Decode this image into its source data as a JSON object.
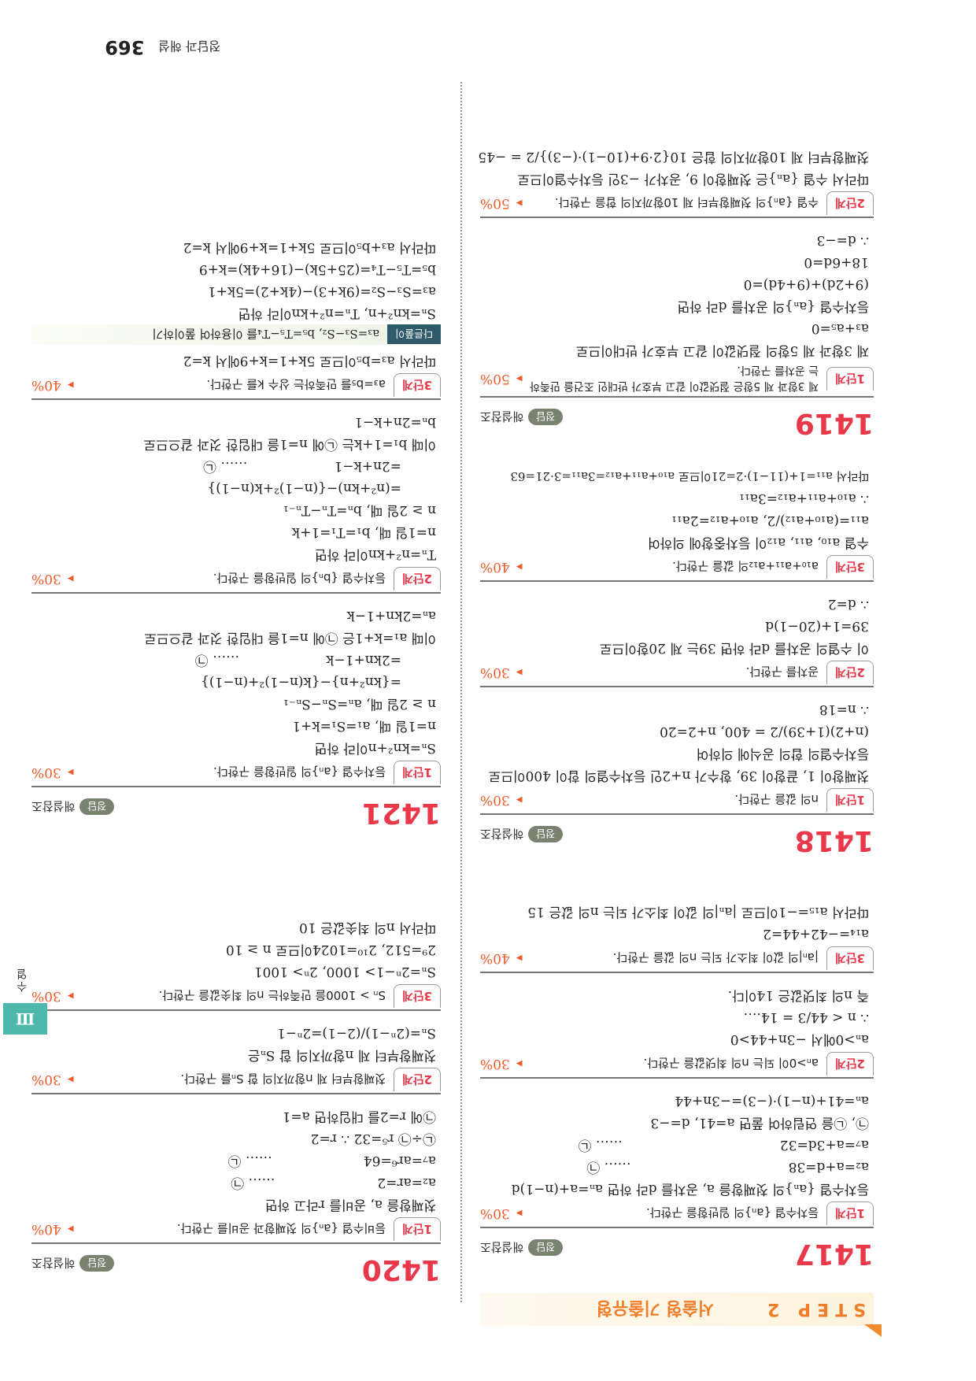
{
  "page": {
    "number": "369",
    "footer_title": "정답과 해설",
    "side_tab": {
      "roman": "Ⅲ",
      "label": "수열"
    }
  },
  "step": {
    "label": "STEP 2",
    "title": "서술형 기출유형"
  },
  "reference_badge": "정답",
  "reference_text": "해설참조",
  "problems": {
    "p1417": {
      "number": "1417",
      "stages": [
        {
          "badge": "1단계",
          "text": "등차수열 {aₙ}의 일반항을 구한다.",
          "pct": "30%",
          "lines": [
            "등차수열 {aₙ}의 첫째항을 a, 공차를 d라 하면 aₙ=a+(n−1)d",
            "a₂=a+d=38",
            "a₇=a+3d=32",
            "㉠, ㉡을 연립하여 풀면 a=41, d=−3",
            "aₙ=41+(n−1)·(−3)=−3n+44"
          ],
          "marks": [
            "",
            "…… ㉠",
            "…… ㉡",
            "",
            ""
          ]
        },
        {
          "badge": "2단계",
          "text": "aₙ>0이 되는 n의 최댓값을 구한다.",
          "pct": "30%",
          "lines": [
            "aₙ>0에서 −3n+44>0",
            "∴ n < 44/3 = 14.…",
            "즉 n의 최댓값은 14이다."
          ]
        },
        {
          "badge": "3단계",
          "text": "|aₙ|의 값이 최소가 되는 n의 값을 구한다.",
          "pct": "40%",
          "lines": [
            "a₁₄=−42+44=2",
            "따라서 a₁₅=−1이므로 |aₙ|의 값이 최소가 되는 n의 값은 15"
          ]
        }
      ]
    },
    "p1418": {
      "number": "1418",
      "stages": [
        {
          "badge": "1단계",
          "text": "n의 값을 구한다.",
          "pct": "30%",
          "lines": [
            "첫째항이 1, 끝항이 39, 항수가 n+2인 등차수열의 합이 400이므로",
            "등차수열의 합의 공식에 의하여",
            "(n+2)(1+39)/2 = 400, n+2=20",
            "∴ n=18"
          ]
        },
        {
          "badge": "2단계",
          "text": "공차를 구한다.",
          "pct": "30%",
          "lines": [
            "이 수열의 공차를 d라 하면 39는 제 20항이므로",
            "39=1+(20−1)d",
            "∴ d=2"
          ]
        },
        {
          "badge": "3단계",
          "text": "a₁₀+a₁₁+a₁₂의 값을 구한다.",
          "pct": "40%",
          "lines": [
            "수열 a₁₀, a₁₁, a₁₂이 등차중항에 의하여",
            "a₁₁=(a₁₀+a₁₂)/2, a₁₀+a₁₂=2a₁₁",
            "∴ a₁₀+a₁₁+a₁₂=3a₁₁",
            "따라서 a₁₁=1+(11−1)·2=21이므로 a₁₀+a₁₁+a₁₂=3a₁₁=3·21=63"
          ]
        }
      ]
    },
    "p1419": {
      "number": "1419",
      "stages": [
        {
          "badge": "1단계",
          "text": "제 3항과 제 5항은 절댓값이 같고 부호가 반대인 조건을 만족하는 공차를 구한다.",
          "pct": "50%",
          "lines": [
            "제 3항과 제 5항의 절댓값이 같고 부호가 반대이므로",
            "a₃+a₅=0",
            "등차수열 {aₙ}의 공차를 d라 하면",
            "(9+2d)+(9+4d)=0",
            "18+6d=0",
            "∴ d=−3"
          ]
        },
        {
          "badge": "2단계",
          "text": "수열 {aₙ}의 첫째항부터 제 10항까지의 합을 구한다.",
          "pct": "50%",
          "lines": [
            "따라서 수열 {aₙ}은 첫째항이 9, 공차가 −3인 등차수열이므로",
            "첫째항부터 제 10항까지의 합은 10{2·9+(10−1)·(−3)}/2 = −45"
          ]
        }
      ]
    },
    "p1420": {
      "number": "1420",
      "stages": [
        {
          "badge": "1단계",
          "text": "등비수열 {aₙ}의 첫째항과 공비를 구한다.",
          "pct": "40%",
          "lines": [
            "첫째항을 a, 공비를 r라고 하면",
            "a₂=ar=2",
            "a₇=ar⁶=64",
            "㉡÷㉠ r⁵=32  ∴ r=2",
            "㉠에 r=2를 대입하면 a=1"
          ],
          "marks": [
            "",
            "…… ㉠",
            "…… ㉡",
            "",
            ""
          ]
        },
        {
          "badge": "2단계",
          "text": "첫째항부터 제 n항까지의 합 Sₙ를 구한다.",
          "pct": "30%",
          "lines": [
            "첫째항부터 제 n항까지의 합 Sₙ은",
            "Sₙ=(2ⁿ−1)/(2−1)=2ⁿ−1"
          ]
        },
        {
          "badge": "3단계",
          "text": "Sₙ > 1000을 만족하는 n의 최솟값을 구한다.",
          "pct": "30%",
          "lines": [
            "Sₙ=2ⁿ−1> 1000, 2ⁿ> 1001",
            "2⁹=512, 2¹⁰=1024이므로 n ≥ 10",
            "따라서 n의 최솟값은 10"
          ]
        }
      ]
    },
    "p1421": {
      "number": "1421",
      "stages": [
        {
          "badge": "1단계",
          "text": "등차수열 {aₙ}의 일반항을 구한다.",
          "pct": "30%",
          "lines": [
            "Sₙ=kn²+n이라 하면",
            "n=1일 때, a₁=S₁=k+1",
            "n ≥ 2일 때, aₙ=Sₙ−Sₙ₋₁",
            "={kn²+n}−{k(n−1)²+(n−1)}",
            "=2kn+1−k",
            "이때 a₁=k+1은 ㉠에 n=1을 대입한 것과 같으므로",
            "aₙ=2kn+1−k"
          ],
          "marks": [
            "",
            "",
            "",
            "",
            "…… ㉠",
            "",
            ""
          ]
        },
        {
          "badge": "2단계",
          "text": "등차수열 {bₙ}의 일반항을 구한다.",
          "pct": "30%",
          "lines": [
            "Tₙ=n²+kn이라 하면",
            "n=1일 때, b₁=T₁=1+k",
            "n ≥ 2일 때, bₙ=Tₙ−Tₙ₋₁",
            "=(n²+kn)−{(n−1)²+k(n−1)}",
            "=2n+k−1",
            "이때 b₁=1+k는 ㉡에 n=1을 대입한 것과 같으므로",
            "bₙ=2n+k−1"
          ],
          "marks": [
            "",
            "",
            "",
            "",
            "…… ㉡",
            "",
            ""
          ]
        },
        {
          "badge": "3단계",
          "text": "a₃=b₅를 만족하는 상수 k를 구한다.",
          "pct": "40%",
          "lines": [
            "따라서 a₃=b₅이므로 5k+1=k+9에서 k=2"
          ]
        }
      ],
      "tip": {
        "badge": "다른풀이",
        "text": "a₃=S₃−S₂, b₅=T₅−T₄를 이용하여 풀이하기",
        "lines": [
          "Sₙ=kn²+n, Tₙ=n²+kn이라 하면",
          "a₃=S₃−S₂=(9k+3)−(4k+2)=5k+1",
          "b₅=T₅−T₄=(25+5k)−(16+4k)=k+9",
          "따라서 a₃+b₅이므로 5k+1=k+9에서 k=2"
        ]
      }
    }
  }
}
